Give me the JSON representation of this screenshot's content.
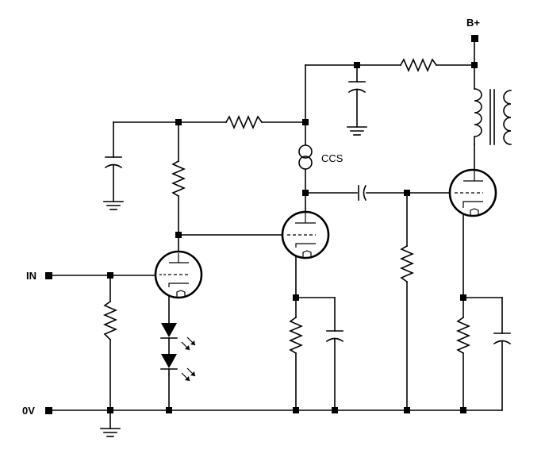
{
  "labels": {
    "b_plus": "B+",
    "ccs": "CCS",
    "input": "IN",
    "ground": "0V"
  },
  "colors": {
    "ink": "#000000",
    "background": "#ffffff"
  }
}
